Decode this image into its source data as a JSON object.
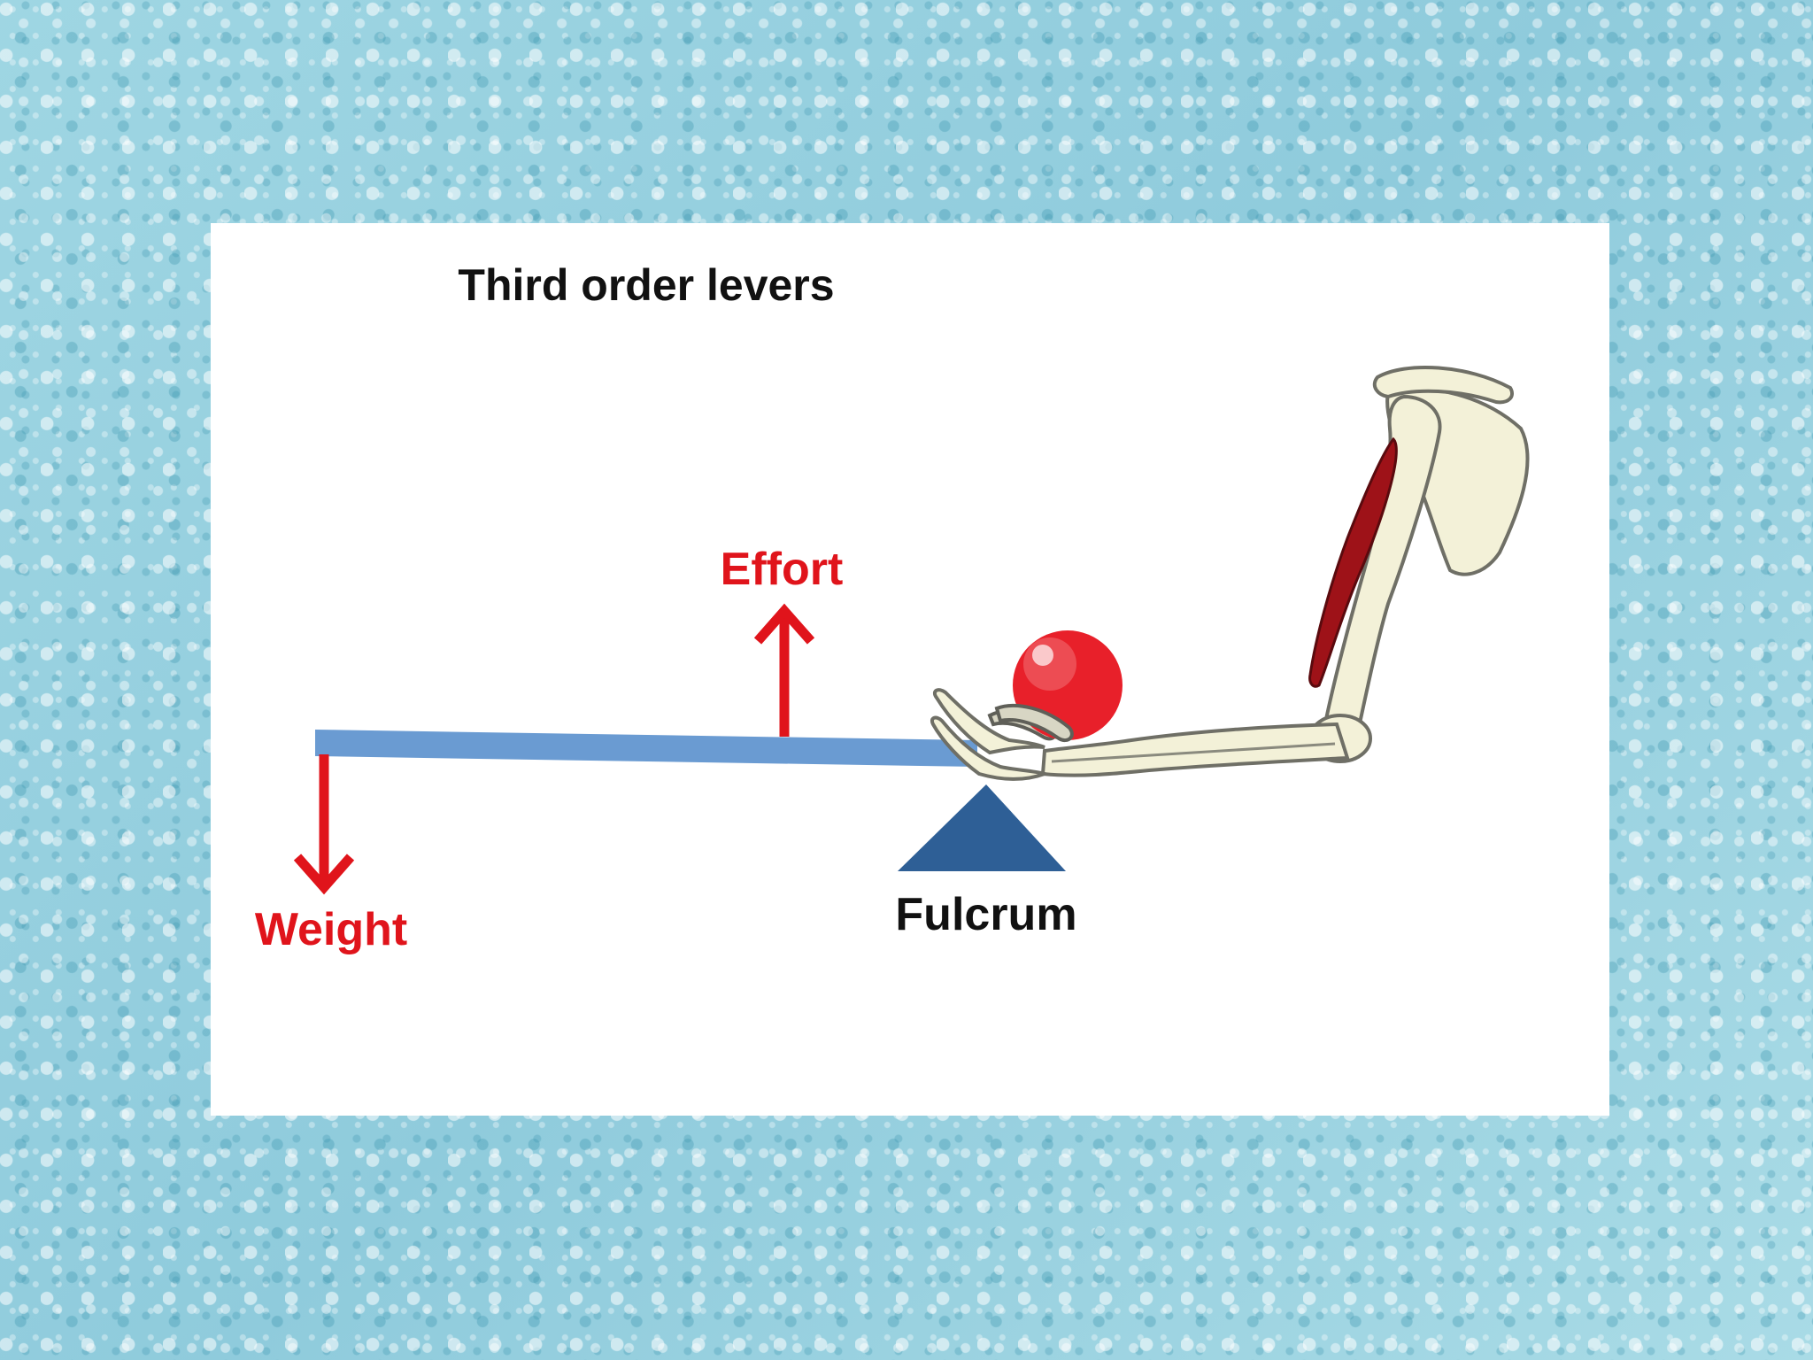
{
  "diagram": {
    "title": "Third order levers",
    "labels": {
      "effort": "Effort",
      "weight": "Weight",
      "fulcrum": "Fulcrum"
    },
    "colors": {
      "force_red": "#e0141b",
      "lever_blue": "#6a9bd2",
      "fulcrum_blue": "#2e5f96",
      "ball_red": "#e8202a",
      "muscle_red": "#9e1218",
      "bone": "#f3f1d8",
      "background_water": "#9fd6e3"
    }
  }
}
